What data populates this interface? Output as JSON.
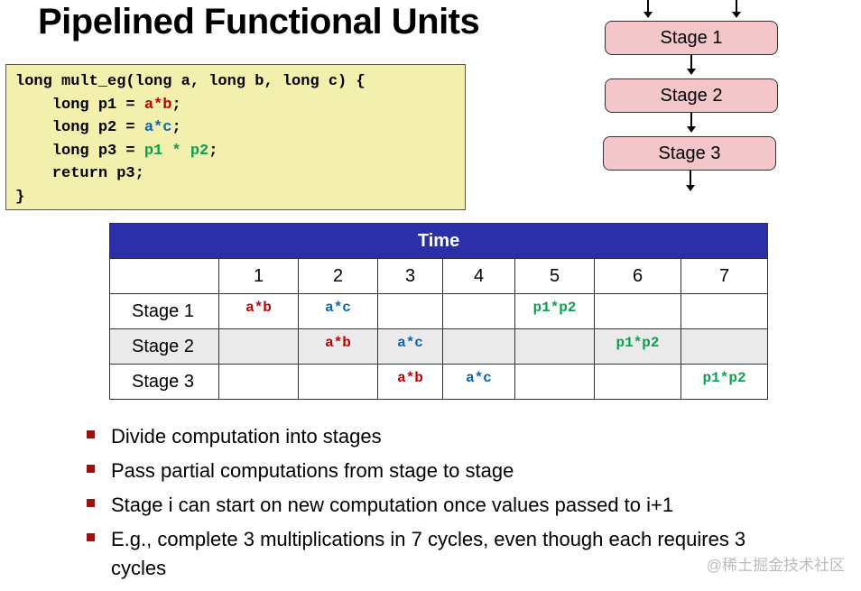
{
  "title": "Pipelined Functional Units",
  "code": {
    "line1": "long mult_eg(long a, long b, long c) {",
    "line2_prefix": "    long p1 = ",
    "line2_expr": "a*b",
    "line2_suffix": ";",
    "line3_prefix": "    long p2 = ",
    "line3_expr": "a*c",
    "line3_suffix": ";",
    "line4_prefix": "    long p3 = ",
    "line4_expr": "p1 * p2",
    "line4_suffix": ";",
    "line5": "    return p3;",
    "line6": "}"
  },
  "pipeline": {
    "stage1": "Stage 1",
    "stage2": "Stage 2",
    "stage3": "Stage 3"
  },
  "table": {
    "header": "Time",
    "columns": [
      "1",
      "2",
      "3",
      "4",
      "5",
      "6",
      "7"
    ],
    "rows": [
      {
        "label": "Stage 1",
        "cells": [
          "a*b",
          "a*c",
          "",
          "",
          "p1*p2",
          "",
          ""
        ]
      },
      {
        "label": "Stage 2",
        "cells": [
          "",
          "a*b",
          "a*c",
          "",
          "",
          "p1*p2",
          ""
        ]
      },
      {
        "label": "Stage 3",
        "cells": [
          "",
          "",
          "a*b",
          "a*c",
          "",
          "",
          "p1*p2"
        ]
      }
    ]
  },
  "colors": {
    "a*b": "#c00000",
    "a*c": "#0a64b4",
    "p1*p2": "#0aa050",
    "header_bg": "#2b2fa8",
    "stage_bg": "#f3c6c9",
    "code_bg": "#f3efad"
  },
  "bullets": [
    "Divide computation into stages",
    "Pass partial computations from stage to stage",
    "Stage i can start on new computation once values passed to i+1",
    "E.g., complete 3 multiplications in 7 cycles, even though each requires 3 cycles"
  ],
  "watermark": "@稀土掘金技术社区"
}
